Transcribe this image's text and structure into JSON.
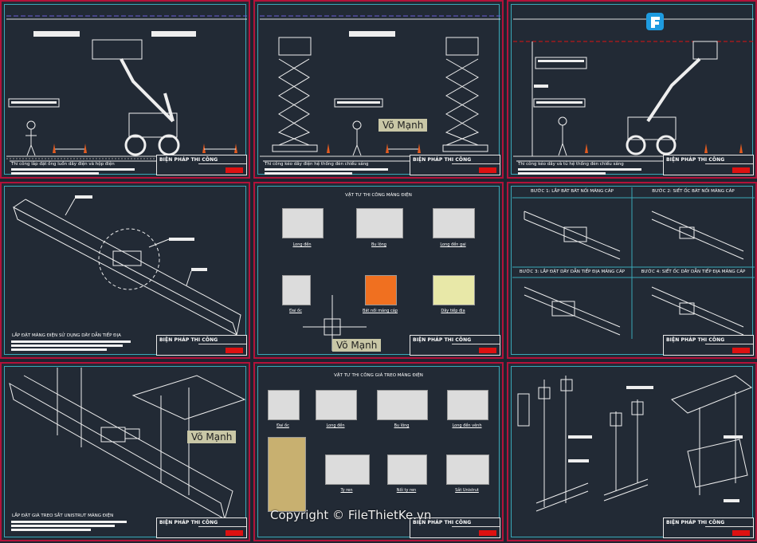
{
  "watermark": {
    "badge": "Võ Mạnh",
    "copyright": "Copyright © FileThietKe.vn",
    "logo_brand": "FileThiếtKế.vn"
  },
  "titleblock": {
    "label": "BIỆN PHÁP THI CÔNG"
  },
  "sheets": [
    {
      "caption": "Thi công lắp đặt ống luồn dây điện và hộp điện"
    },
    {
      "caption": "Thi công kéo dây điện hệ thống đèn chiếu sáng"
    },
    {
      "caption": "Thi công kéo dây và tủ hệ thống đèn chiếu sáng"
    },
    {
      "caption": "LẮP ĐẶT MÁNG ĐIỆN SỬ DỤNG DÂY DẪN TIẾP ĐỊA"
    },
    {
      "heading": "VẬT TƯ THI CÔNG MÁNG ĐIỆN",
      "items": [
        "Long đền",
        "Bu lông",
        "Long đền gai",
        "Đai ốc",
        "Bát nối máng cáp",
        "Dây tiếp địa"
      ]
    },
    {
      "steps": [
        "BƯỚC 1: LẮP BÁT BÁT NỐI MÁNG CÁP",
        "BƯỚC 2: SIẾT ỐC BÁT NỐI MÁNG CÁP",
        "BƯỚC 3: LẮP ĐẶT DÂY DẪN TIẾP ĐỊA MÁNG CÁP",
        "BƯỚC 4: SIẾT ỐC DÂY DẪN TIẾP ĐỊA MÁNG CÁP"
      ]
    },
    {
      "caption": "LẮP ĐẶT GIÁ TREO SẮT UNISTRUT MÁNG ĐIỆN"
    },
    {
      "heading": "VẬT TƯ THI CÔNG GIÁ TREO MÁNG ĐIỆN",
      "items": [
        "Đai ốc",
        "Long đền",
        "Bu lông",
        "Long đền vênh",
        "Ty ren",
        "Nối ty ren",
        "Sắt Unistrut"
      ]
    },
    {}
  ],
  "colors": {
    "sheet_border": "#b3123a",
    "inner_border": "#3aa8b8",
    "background": "#222a35",
    "titleblock_mark": "#dd1111"
  }
}
